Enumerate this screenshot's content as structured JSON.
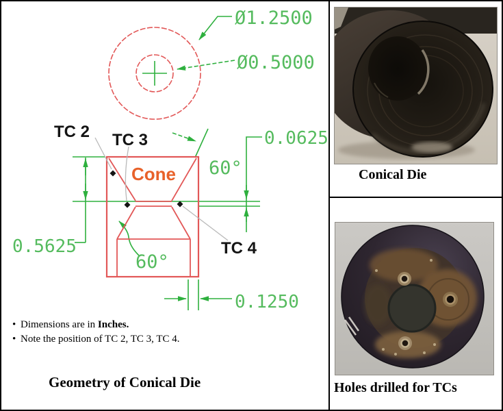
{
  "colors": {
    "red": "#e25757",
    "green": "#2eb03e",
    "green_text": "#55bb5e",
    "orange": "#e8622a",
    "leader": "#b9b9b9",
    "black": "#141414"
  },
  "diagram": {
    "dia_outer": "Ø1.2500",
    "dia_inner": "Ø0.5000",
    "dim_land": "0.0625",
    "angle_upper": "60°",
    "dim_depth": "0.5625",
    "angle_lower": "60°",
    "dim_wall": "0.1250",
    "label_cone": "Cone",
    "label_tc2": "TC 2",
    "label_tc3": "TC 3",
    "label_tc4": "TC 4"
  },
  "notes": {
    "bullet": "•",
    "line1_prefix": "Dimensions are in ",
    "line1_bold": "Inches.",
    "line2": "Note the position of TC 2, TC 3, TC 4."
  },
  "captions": {
    "left": "Geometry of Conical Die",
    "top_right": "Conical Die",
    "bottom_right": "Holes drilled for TCs"
  }
}
